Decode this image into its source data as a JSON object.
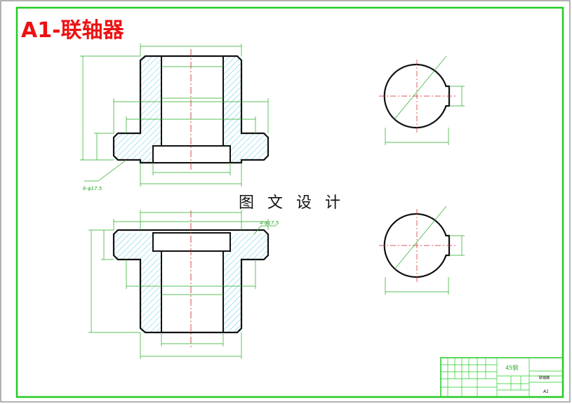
{
  "drawing": {
    "title": "A1-联轴器",
    "watermark": "图 文 设 计",
    "notes": {
      "bolt_holes_top": "6-φ17.5",
      "bolt_holes_bottom": "4-φ17.5"
    }
  },
  "title_block": {
    "material": "45钢",
    "part_name": "联轴器",
    "sheet_size": "A1"
  },
  "colors": {
    "frame": "#22cc22",
    "outline": "#111111",
    "dimension": "#22aa22",
    "hatch": "#33bbdd",
    "centerline": "#cc2222",
    "title": "#ee1111"
  }
}
